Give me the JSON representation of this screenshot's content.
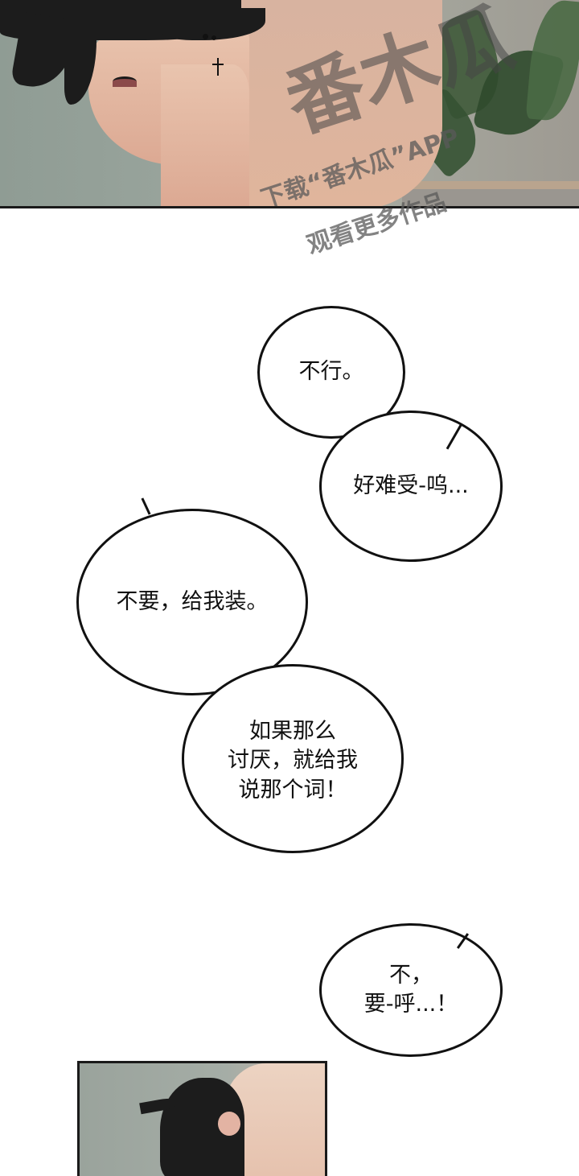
{
  "panels": {
    "top": {
      "description": "close-up of dark-haired character with cross earring",
      "watermark": {
        "logo_text": "番木瓜",
        "line1": "下载“番木瓜”APP",
        "line2": "观看更多作品"
      }
    },
    "bottom": {
      "description": "character leaning head against another's chest"
    }
  },
  "bubbles": [
    {
      "id": "b1",
      "text": "不行。"
    },
    {
      "id": "b2",
      "text": "好难受-呜..."
    },
    {
      "id": "b3",
      "text": "不要，给我装。"
    },
    {
      "id": "b4",
      "text": "如果那么\n讨厌，就给我\n说那个词！"
    },
    {
      "id": "b5",
      "text": "不，\n要-呼...！"
    }
  ],
  "colors": {
    "panel_border": "#1a1a1a",
    "page_background": "#ffffff",
    "bubble_stroke": "#111111"
  }
}
